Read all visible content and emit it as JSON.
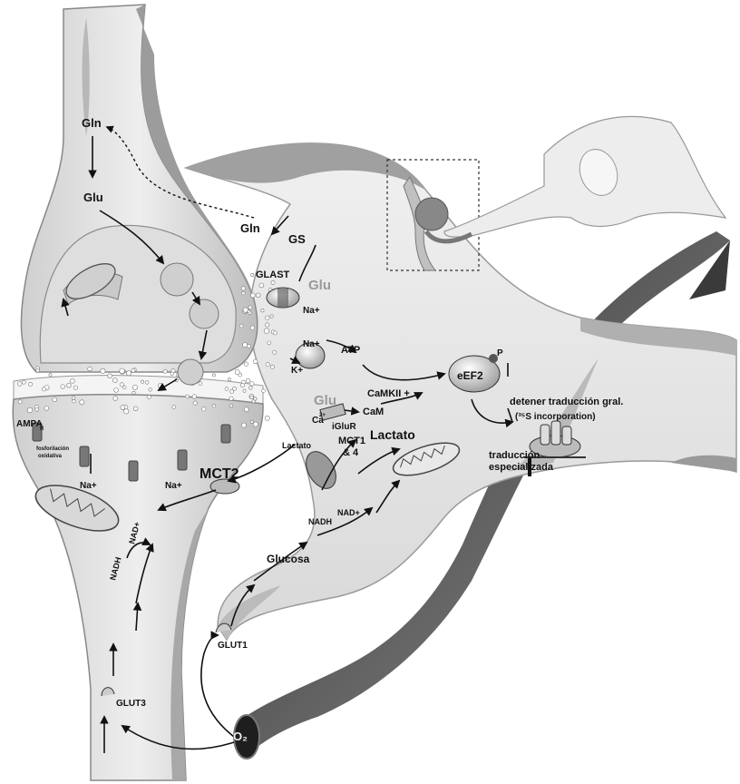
{
  "labels": {
    "gln_top": "Gln",
    "glu_top": "Glu",
    "gln_astro": "Gln",
    "gs": "GS",
    "glast": "GLAST",
    "glu_glast": "Glu",
    "na_glast": "Na+",
    "na_pump": "Na+",
    "k_pump": "K+",
    "atp": "ATP",
    "eef2": "eEF2",
    "p": "P",
    "camkii": "CaMKII +",
    "glu_iglur": "Glu",
    "ca": "Ca",
    "ca_sup": "2+",
    "iglur": "iGluR",
    "cam": "CaM",
    "detener": "detener traducción gral.",
    "s35": "(³⁵S incorporation)",
    "traduccion": "traducción",
    "especializada": "especializada",
    "ampa": "AMPA",
    "ampa_sub": "R",
    "fosforilacion": "fosforilación",
    "oxidativa": "oxidativa",
    "na_post1": "Na+",
    "na_post2": "Na+",
    "mct2": "MCT2",
    "lactato_small": "Lactato",
    "mct14": "MCT1",
    "mct14b": "& 4",
    "lactato_big": "Lactato",
    "nadh_astro": "NADH",
    "nad_astro": "NAD+",
    "glucosa": "Glucosa",
    "glut1": "GLUT1",
    "nadh_post": "NADH",
    "nad_post": "NAD+",
    "glut3": "GLUT3",
    "o2": "O₂"
  },
  "colors": {
    "neuron_fill": "#e6e6e6",
    "astro_fill": "#e2e2e2",
    "astro_shadow": "#a6a6a6",
    "vessel": "#4a4a4a",
    "ink": "#111111"
  }
}
